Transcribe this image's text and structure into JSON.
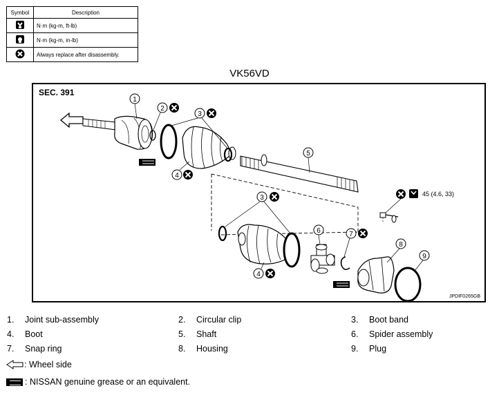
{
  "legend": {
    "header_symbol": "Symbol",
    "header_description": "Description",
    "rows": [
      {
        "icon": "torque-wrench-nm-icon",
        "text": "N·m (kg-m, ft-lb)"
      },
      {
        "icon": "torque-wrench-inlb-icon",
        "text": "N·m (kg-m, in-lb)"
      },
      {
        "icon": "always-replace-icon",
        "text": "Always replace after disassembly."
      }
    ]
  },
  "engine_label": "VK56VD",
  "diagram": {
    "section": "SEC. 391",
    "code": "JPDIF0265GB",
    "torque_value": "45 (4.6, 33)",
    "callouts": [
      "1",
      "2",
      "3",
      "4",
      "5",
      "3",
      "6",
      "7",
      "4",
      "8",
      "9"
    ]
  },
  "parts": [
    {
      "num": "1.",
      "name": "Joint sub-assembly"
    },
    {
      "num": "2.",
      "name": "Circular clip"
    },
    {
      "num": "3.",
      "name": "Boot band"
    },
    {
      "num": "4.",
      "name": "Boot"
    },
    {
      "num": "5.",
      "name": "Shaft"
    },
    {
      "num": "6.",
      "name": "Spider assembly"
    },
    {
      "num": "7.",
      "name": "Snap ring"
    },
    {
      "num": "8.",
      "name": "Housing"
    },
    {
      "num": "9.",
      "name": "Plug"
    }
  ],
  "footnotes": {
    "wheel_side": ": Wheel side",
    "grease": ": NISSAN genuine grease or an equivalent."
  }
}
